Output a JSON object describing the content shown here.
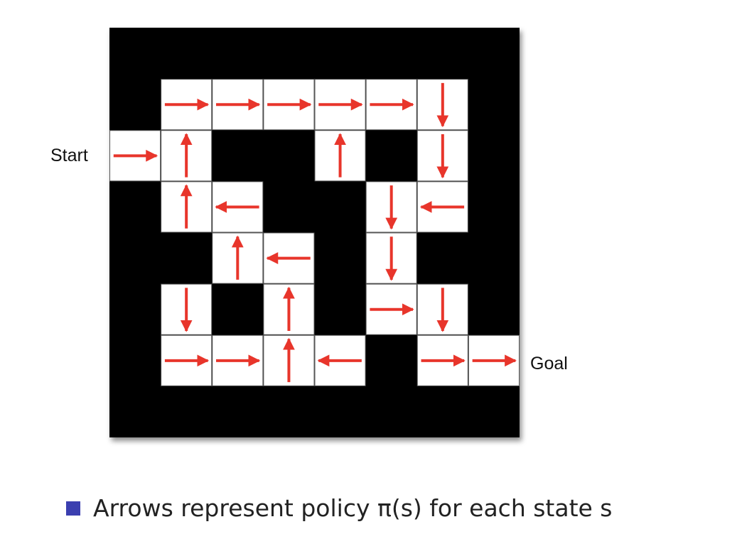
{
  "labels": {
    "start": "Start",
    "goal": "Goal"
  },
  "caption": {
    "text": "Arrows represent policy π(s) for each state s"
  },
  "maze": {
    "rows": 8,
    "cols": 8,
    "wall_color": "#000000",
    "free_color": "#ffffff",
    "arrow_color": "#e8352b",
    "cells": [
      {
        "row": 1,
        "col": 1,
        "arrow": "right"
      },
      {
        "row": 1,
        "col": 2,
        "arrow": "right"
      },
      {
        "row": 1,
        "col": 3,
        "arrow": "right"
      },
      {
        "row": 1,
        "col": 4,
        "arrow": "right"
      },
      {
        "row": 1,
        "col": 5,
        "arrow": "right"
      },
      {
        "row": 1,
        "col": 6,
        "arrow": "down"
      },
      {
        "row": 2,
        "col": 0,
        "arrow": "right"
      },
      {
        "row": 2,
        "col": 1,
        "arrow": "up"
      },
      {
        "row": 2,
        "col": 4,
        "arrow": "up"
      },
      {
        "row": 2,
        "col": 6,
        "arrow": "down"
      },
      {
        "row": 3,
        "col": 1,
        "arrow": "up"
      },
      {
        "row": 3,
        "col": 2,
        "arrow": "left"
      },
      {
        "row": 3,
        "col": 5,
        "arrow": "down"
      },
      {
        "row": 3,
        "col": 6,
        "arrow": "left"
      },
      {
        "row": 4,
        "col": 2,
        "arrow": "up"
      },
      {
        "row": 4,
        "col": 3,
        "arrow": "left"
      },
      {
        "row": 4,
        "col": 5,
        "arrow": "down"
      },
      {
        "row": 5,
        "col": 1,
        "arrow": "down"
      },
      {
        "row": 5,
        "col": 3,
        "arrow": "up"
      },
      {
        "row": 5,
        "col": 5,
        "arrow": "right"
      },
      {
        "row": 5,
        "col": 6,
        "arrow": "down"
      },
      {
        "row": 6,
        "col": 1,
        "arrow": "right"
      },
      {
        "row": 6,
        "col": 2,
        "arrow": "right"
      },
      {
        "row": 6,
        "col": 3,
        "arrow": "up"
      },
      {
        "row": 6,
        "col": 4,
        "arrow": "left"
      },
      {
        "row": 6,
        "col": 6,
        "arrow": "right"
      },
      {
        "row": 6,
        "col": 7,
        "arrow": "right"
      }
    ]
  }
}
